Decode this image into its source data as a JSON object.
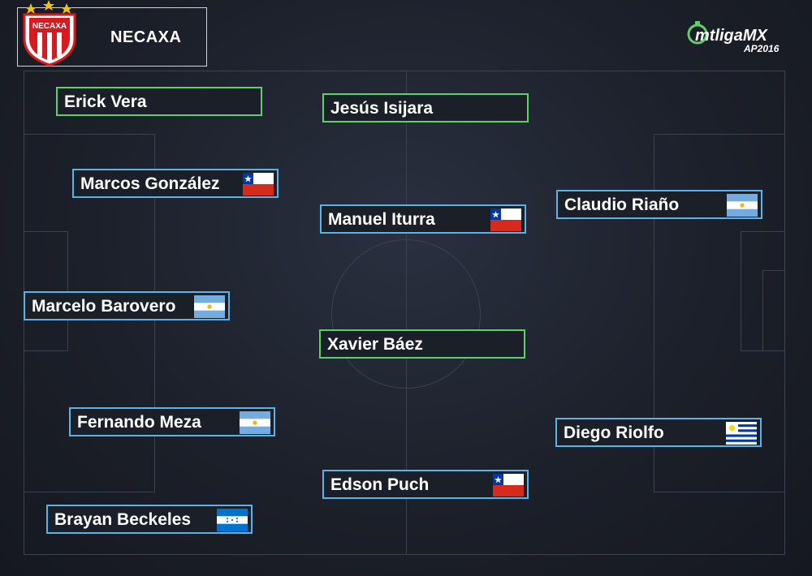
{
  "team": {
    "name": "NECAXA",
    "crest_text": "NECAXA"
  },
  "brand": {
    "logo_main": "mtligaMX",
    "logo_sub": "AP2016",
    "accent": "#5fcf6a"
  },
  "players": [
    {
      "name": "Erick Vera",
      "border": "green",
      "flag": null
    },
    {
      "name": "Jesús Isijara",
      "border": "green",
      "flag": null
    },
    {
      "name": "Marcos González",
      "border": "blue",
      "flag": "chile"
    },
    {
      "name": "Manuel Iturra",
      "border": "blue",
      "flag": "chile"
    },
    {
      "name": "Claudio Riaño",
      "border": "blue",
      "flag": "argentina"
    },
    {
      "name": "Marcelo Barovero",
      "border": "blue",
      "flag": "argentina"
    },
    {
      "name": "Xavier Báez",
      "border": "green",
      "flag": null
    },
    {
      "name": "Fernando Meza",
      "border": "blue",
      "flag": "argentina"
    },
    {
      "name": "Diego Riolfo",
      "border": "blue",
      "flag": "uruguay"
    },
    {
      "name": "Edson Puch",
      "border": "blue",
      "flag": "chile"
    },
    {
      "name": "Brayan Beckeles",
      "border": "blue",
      "flag": "honduras"
    }
  ]
}
